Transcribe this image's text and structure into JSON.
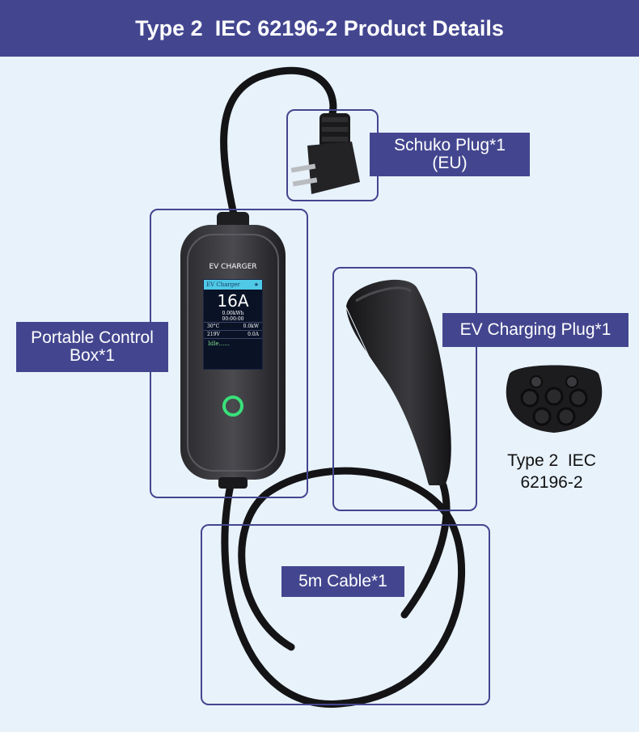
{
  "header": {
    "title": "Type 2  IEC 62196-2 Product Details",
    "background": "#43468f"
  },
  "callouts": {
    "schuko": {
      "line1": "Schuko Plug*1",
      "line2": "(EU)"
    },
    "control_box": {
      "line1": "Portable Control",
      "line2": "Box*1"
    },
    "ev_plug": {
      "line1": "EV Charging Plug*1"
    },
    "cable": {
      "line1": "5m Cable*1"
    }
  },
  "connector_caption": {
    "line1": "Type 2  IEC",
    "line2": "62196-2"
  },
  "device": {
    "brand": "EV CHARGER",
    "screen": {
      "header": "EV Charger",
      "current": "16A",
      "energy": "0.00kWh",
      "time": "00:00:00",
      "temperature": "30°C",
      "power": "0.0kW",
      "voltage": "219V",
      "amps": "0.0A",
      "status": "Idle......"
    },
    "button_glow": "#39e07a"
  },
  "colors": {
    "accent": "#43468f",
    "background": "#e8f2fb",
    "product": "#1c1c1e"
  }
}
